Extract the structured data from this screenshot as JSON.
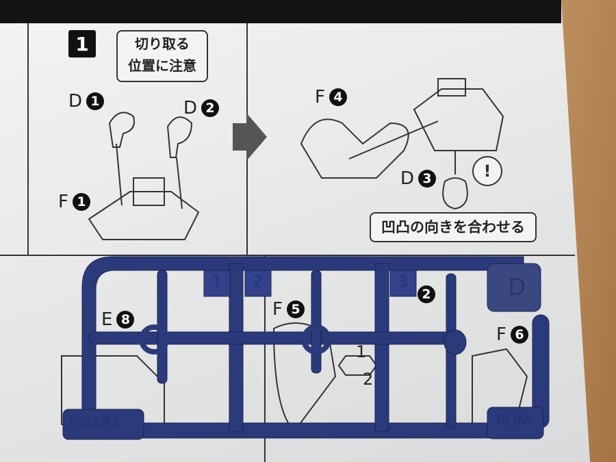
{
  "manual": {
    "step_number": "1",
    "cut_note": [
      "切り取る",
      "位置に注意"
    ],
    "align_note": "凹凸の向きを合わせる",
    "warning_mark": "!",
    "part_labels": [
      {
        "letter": "D",
        "number": "1"
      },
      {
        "letter": "D",
        "number": "2"
      },
      {
        "letter": "F",
        "number": "1"
      },
      {
        "letter": "F",
        "number": "4"
      },
      {
        "letter": "D",
        "number": "3"
      },
      {
        "letter": "E",
        "number": "8"
      },
      {
        "letter": "F",
        "number": "5"
      },
      {
        "letter": "F",
        "number": "6"
      }
    ],
    "hex_labels": [
      "1",
      "2"
    ],
    "partial_label_number": "2"
  },
  "sprue": {
    "color": "#2b3a7a",
    "tag_letter": "D",
    "code": "HG141",
    "material": "POM",
    "gate_numbers": [
      "1",
      "2",
      "3"
    ]
  }
}
